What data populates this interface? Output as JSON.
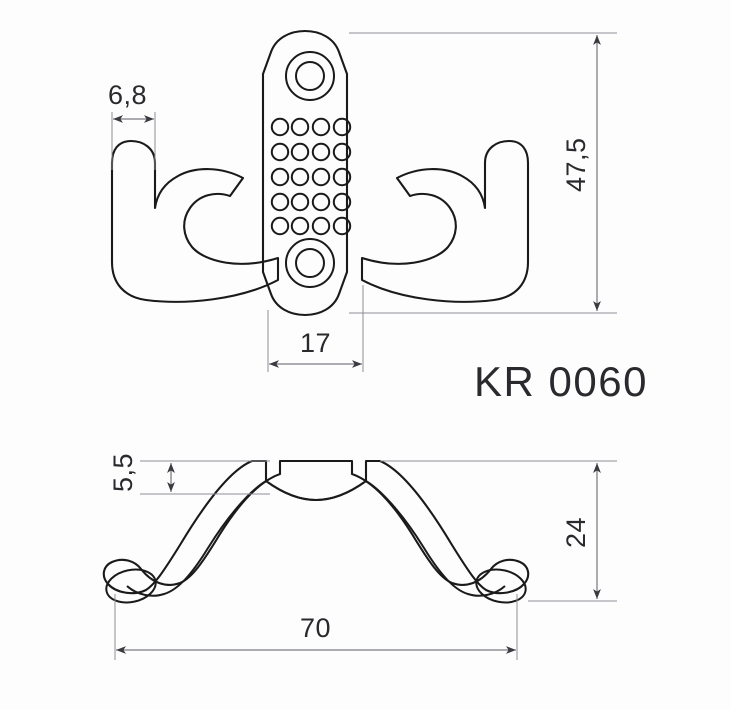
{
  "drawing": {
    "title": "KR 0060",
    "part_label": "KR 0060",
    "background_color": "#fdfdfe",
    "outline_color": "#1a1a1a",
    "dimension_color": "#5a5a62",
    "text_color": "#2a2a2e",
    "units": "mm"
  },
  "views": {
    "side_view": {
      "name": "side-elevation-view",
      "description": "Double hook side elevation with mounting plate"
    },
    "top_view": {
      "name": "top-plan-view",
      "description": "Hook plan view showing both arms spread"
    }
  },
  "dimensions": {
    "hook_thickness": {
      "label": "6,8",
      "value": 6.8,
      "orientation": "horizontal",
      "view": "side"
    },
    "overall_height": {
      "label": "47,5",
      "value": 47.5,
      "orientation": "vertical",
      "view": "side"
    },
    "plate_width": {
      "label": "17",
      "value": 17,
      "orientation": "horizontal",
      "view": "side"
    },
    "center_height": {
      "label": "5,5",
      "value": 5.5,
      "orientation": "vertical",
      "view": "top"
    },
    "arm_depth": {
      "label": "24",
      "value": 24,
      "orientation": "vertical",
      "view": "top"
    },
    "overall_width": {
      "label": "70",
      "value": 70,
      "orientation": "horizontal",
      "view": "top"
    }
  },
  "plate_features": {
    "screw_holes": 2,
    "dot_grid_columns": 4,
    "dot_grid_rows": 5,
    "dot_count": 20
  }
}
